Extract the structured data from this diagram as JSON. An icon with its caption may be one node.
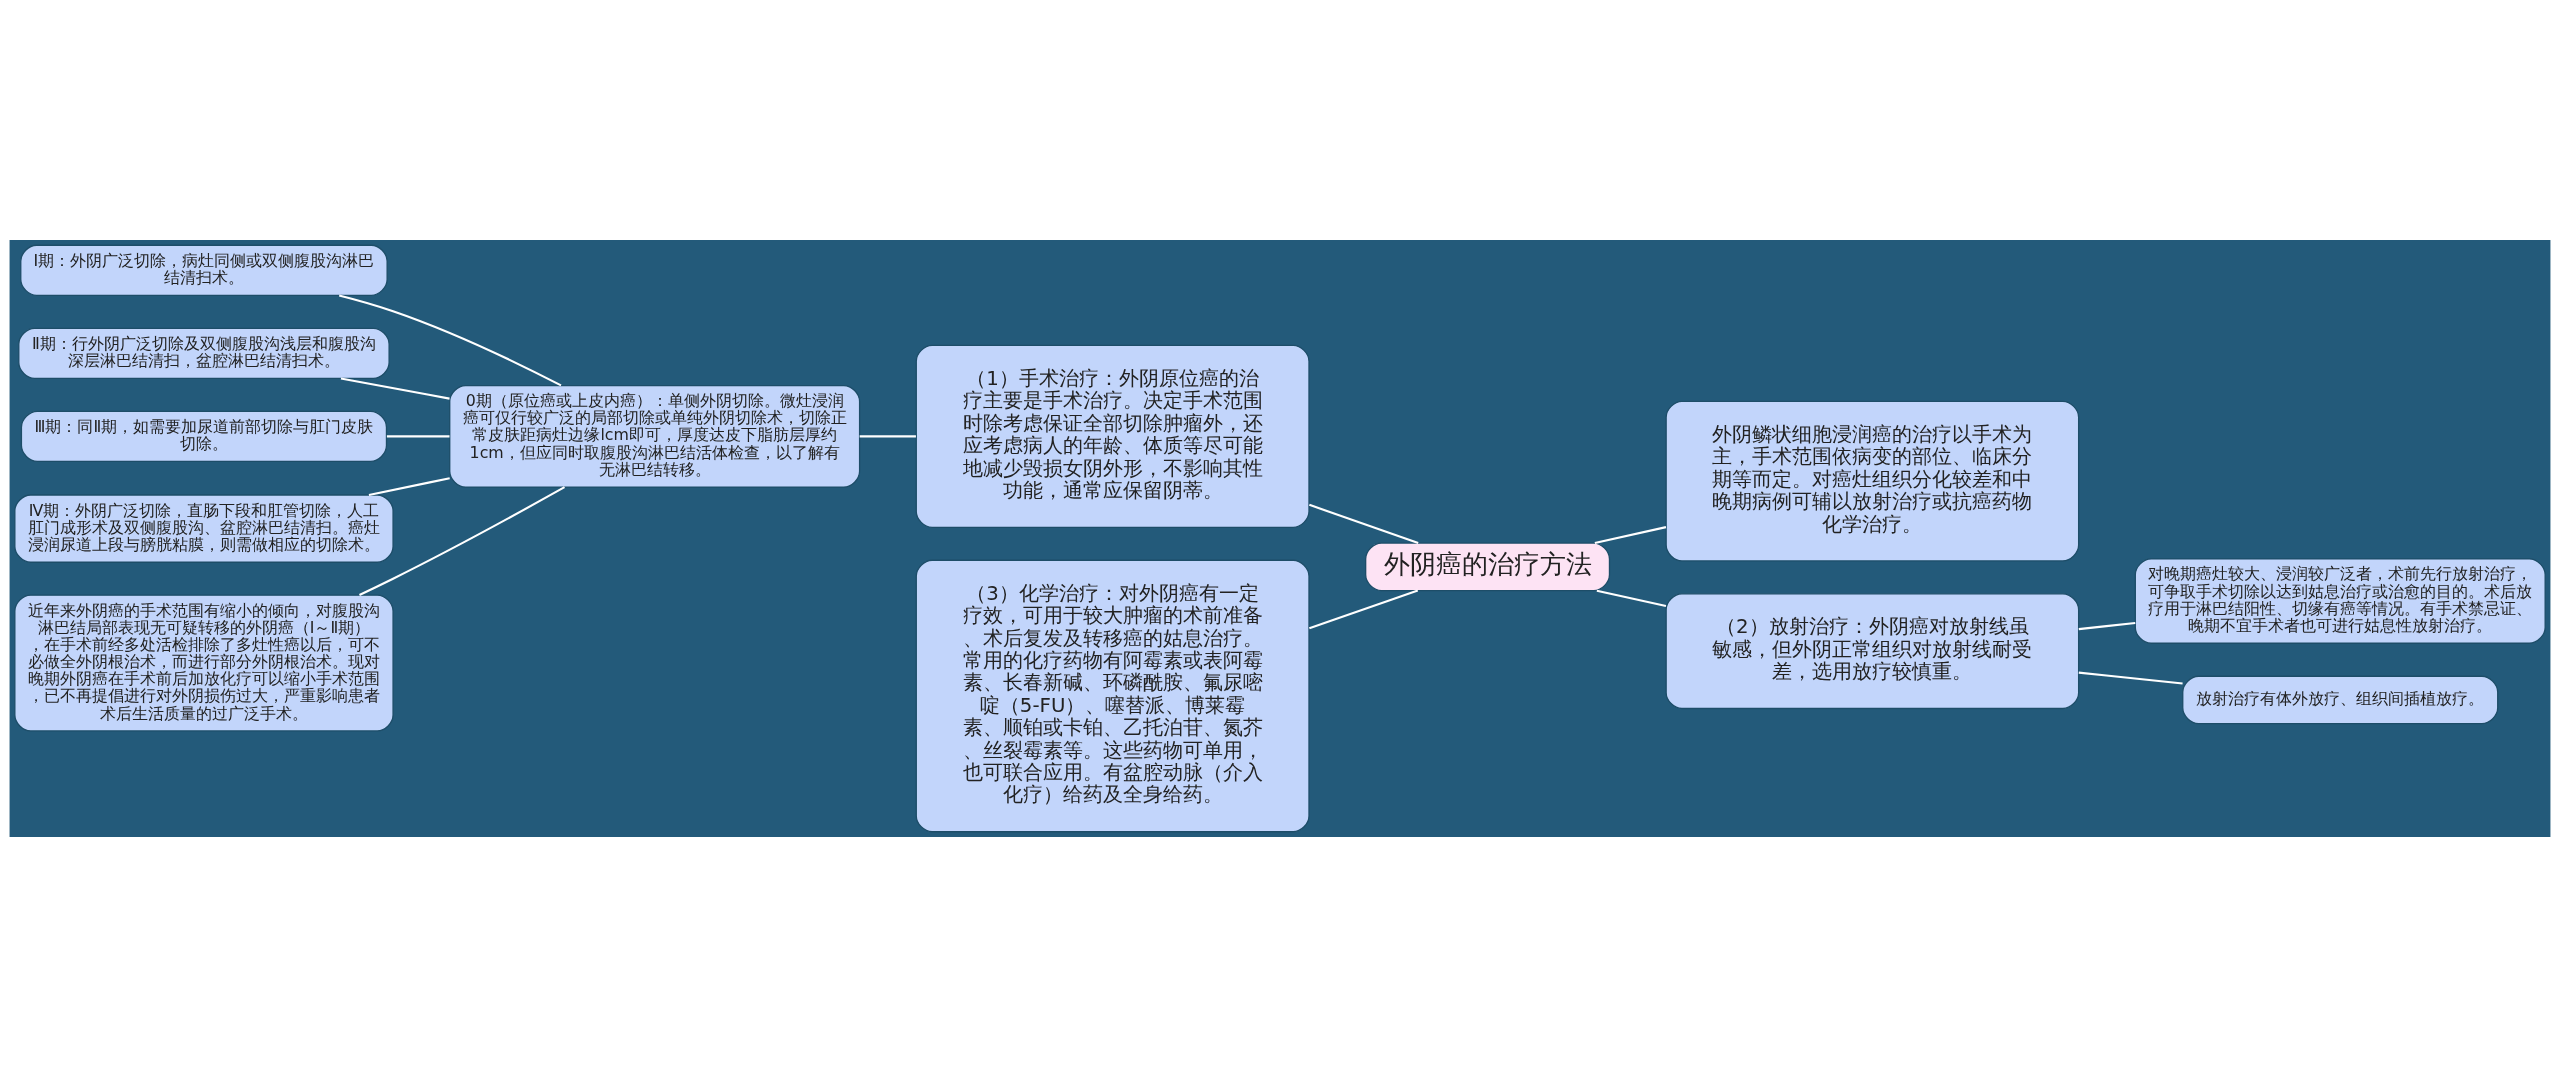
{
  "diagram": {
    "nodes": [
      {
        "text": [
          "外阴癌的治疗方法"
        ]
      },
      {
        "text": [
          "（1）手术治疗：外阴原位癌的治疗主要是手术治疗。决定手术范围时除考虑保证全部切除肿瘤外，还应考虑病人的年龄、体质等尽可能地减少毁损女阴外形，不影响其性功能，通常应保留阴蒂。"
        ]
      },
      {
        "text": [
          "0期（原位癌或上皮内癌）：单侧外阴切除。微灶浸润癌可仅行较广泛的局部切除或单纯外阴切除术，切除正常皮肤距病灶边缘lcm即可，厚度达皮下脂肪层厚约1cm，但应同时取腹股沟淋巴结活体检查，以了解有无淋巴结转移。"
        ]
      },
      {
        "text": [
          "Ⅰ期：外阴广泛切除，病灶同侧或双侧腹股沟淋巴结清扫术。"
        ]
      },
      {
        "text": [
          "Ⅱ期：行外阴广泛切除及双侧腹股沟浅层和腹股沟深层淋巴结清扫，盆腔淋巴结清扫术。"
        ]
      },
      {
        "text": [
          "Ⅲ期：同Ⅱ期，如需要加尿道前部切除与肛门皮肤切除。"
        ]
      },
      {
        "text": [
          "Ⅳ期：外阴广泛切除，直肠下段和肛管切除，人工肛门成形术及双侧腹股沟、盆腔淋巴结清扫。癌灶浸润尿道上段与膀胱粘膜，则需做相应的切除术。"
        ]
      },
      {
        "text": [
          "近年来外阴癌的手术范围有缩小的倾向，对腹股沟淋巴结局部表现无可疑转移的外阴癌（Ⅰ～Ⅱ期），在手术前经多处活检排除了多灶性癌以后，可不必做全外阴根治术，而进行部分外阴根治术。现对晚期外阴癌在手术前后加放化疗可以缩小手术范围，已不再提倡进行对外阴损伤过大，严重影响患者术后生活质量的过广泛手术。"
        ]
      },
      {
        "text": [
          "外阴鳞状细胞浸润癌的治疗以手术为主，手术范围依病变的部位、临床分期等而定。对癌灶组织分化较差和中晚期病例可辅以放射治疗或抗癌药物化学治疗。"
        ]
      },
      {
        "text": [
          "（2）放射治疗：外阴癌对放射线虽敏感，但外阴正常组织对放射线耐受差，选用放疗较慎重。"
        ]
      },
      {
        "text": [
          "对晚期癌灶较大、浸润较广泛者，术前先行放射治疗，可争取手术切除以达到姑息治疗或治愈的目的。术后放疗用于淋巴结阳性、切缘有癌等情况。有手术禁忌证、晚期不宜手术者也可进行姑息性放射治疗。"
        ]
      },
      {
        "text": [
          "放射治疗有体外放疗、组织间插植放疗。"
        ]
      },
      {
        "text": [
          "（3）化学治疗：对外阴癌有一定疗效，可用于较大肿瘤的术前准备、术后复发及转移癌的姑息治疗。常用的化疗药物有阿霉素或表阿霉素、长春新碱、环磷酰胺、氟尿嘧啶（5-FU）、噻替派、博莱霉素、顺铂或卡铂、乙托泊苷、氮芥、丝裂霉素等。这些药物可单用，也可联合应用。有盆腔动脉（介入化疗）给药及全身给药。"
        ]
      }
    ],
    "edges": [
      {
        "from": 0,
        "to": 1,
        "arrow": "none"
      },
      {
        "from": 0,
        "to": 8,
        "arrow": "none"
      },
      {
        "from": 0,
        "to": 9,
        "arrow": "none"
      },
      {
        "from": 0,
        "to": 12,
        "arrow": "none"
      },
      {
        "from": 1,
        "to": 2,
        "arrow": "none"
      },
      {
        "from": 2,
        "to": 3,
        "arrow": "none"
      },
      {
        "from": 2,
        "to": 4,
        "arrow": "none"
      },
      {
        "from": 2,
        "to": 5,
        "arrow": "none"
      },
      {
        "from": 2,
        "to": 6,
        "arrow": "none"
      },
      {
        "from": 2,
        "to": 7,
        "arrow": "none"
      },
      {
        "from": 9,
        "to": 10,
        "arrow": "none"
      },
      {
        "from": 9,
        "to": 11,
        "arrow": "none"
      }
    ]
  }
}
